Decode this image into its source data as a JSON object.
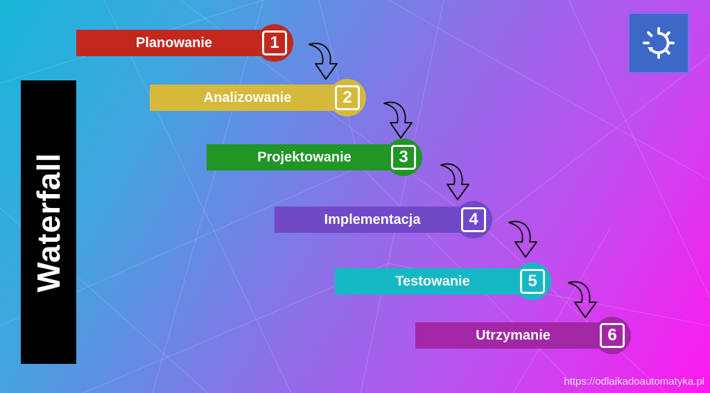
{
  "title": "Waterfall",
  "url": "https://odlaikadoautomatyka.pl",
  "logo_icon": "gear-icon",
  "stages": [
    {
      "label": "Planowanie",
      "number": "1",
      "color": "#c3281f"
    },
    {
      "label": "Analizowanie",
      "number": "2",
      "color": "#d6b93a"
    },
    {
      "label": "Projektowanie",
      "number": "3",
      "color": "#1f9626"
    },
    {
      "label": "Implementacja",
      "number": "4",
      "color": "#7048c8"
    },
    {
      "label": "Testowanie",
      "number": "5",
      "color": "#14b8c4"
    },
    {
      "label": "Utrzymanie",
      "number": "6",
      "color": "#a326a6"
    }
  ]
}
